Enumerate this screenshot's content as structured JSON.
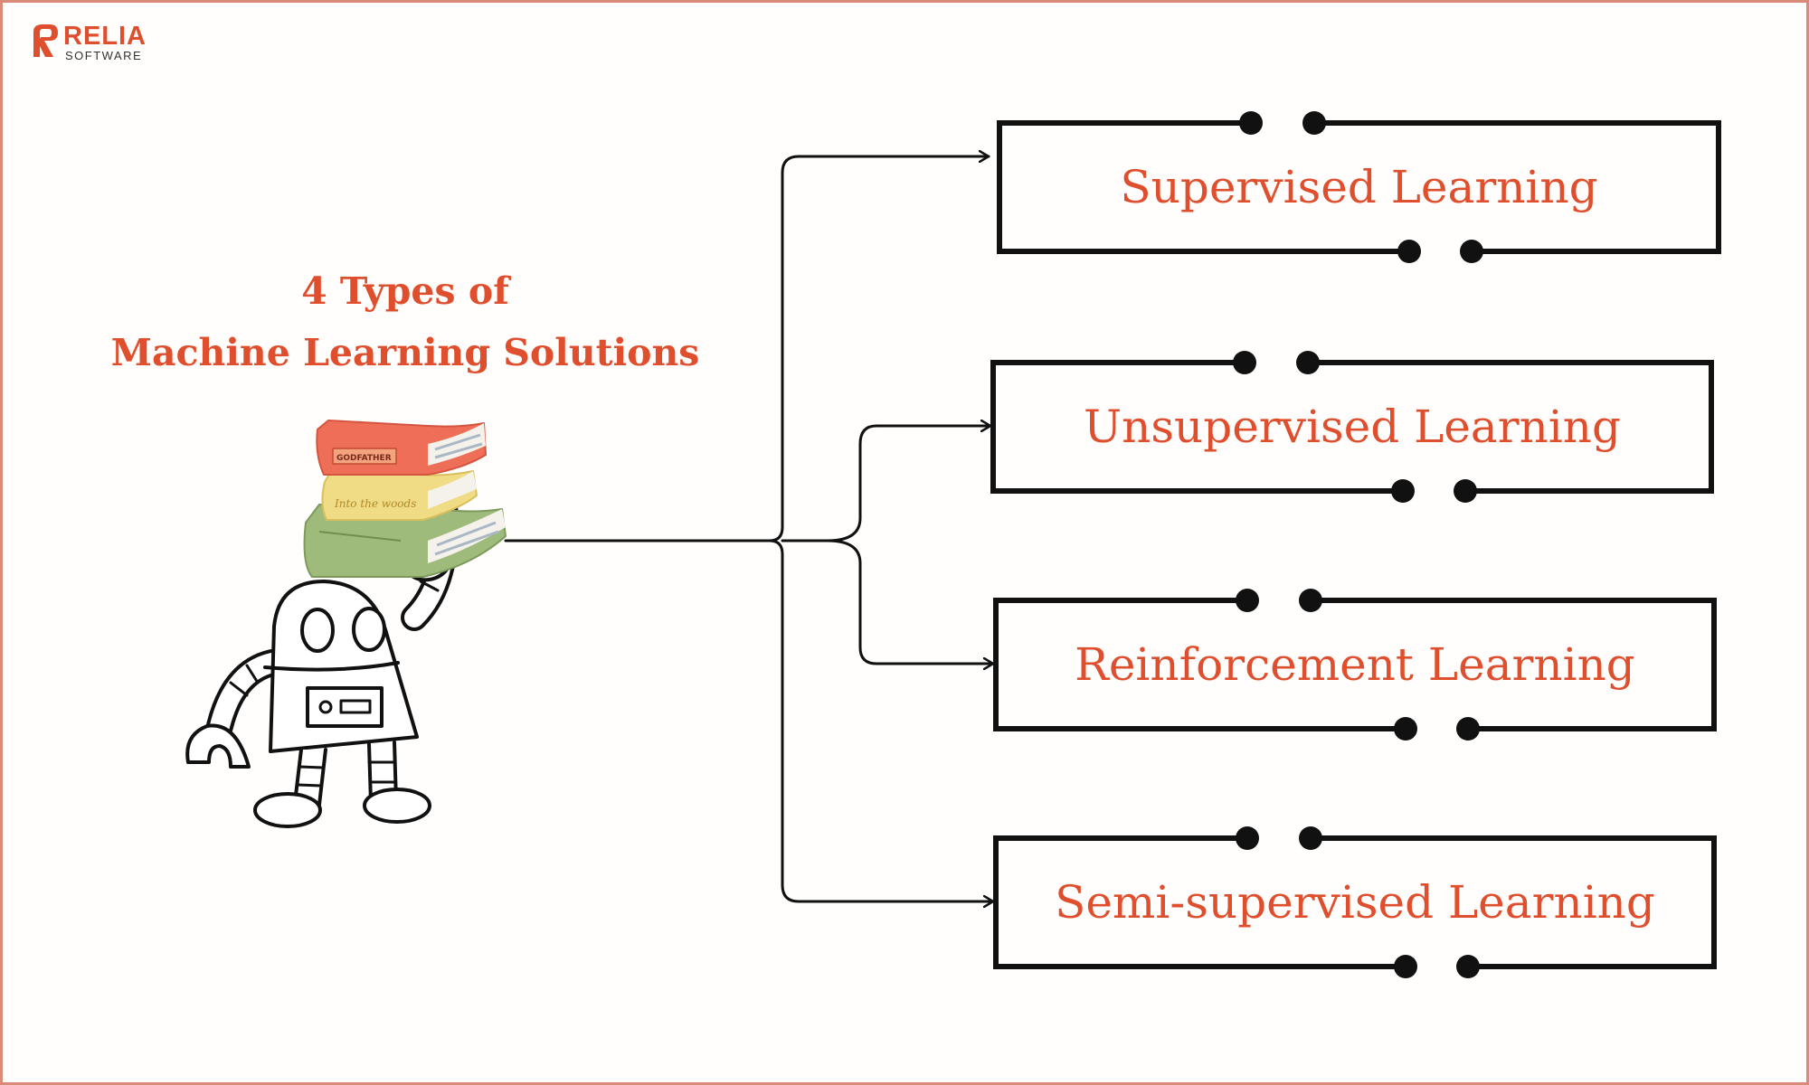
{
  "brand": {
    "name": "RELIA",
    "tagline": "SOFTWARE",
    "accent_color": "#e04f2d"
  },
  "title": {
    "line1": "4 Types of",
    "line2": "Machine Learning Solutions"
  },
  "illustration": {
    "icon": "robot-with-books-icon",
    "books": [
      {
        "spine_text": "GODFATHER",
        "color": "#ee6e57"
      },
      {
        "spine_text": "Into the woods",
        "color": "#f0dc85"
      },
      {
        "spine_text": "",
        "color": "#9fbb7c"
      }
    ]
  },
  "types": [
    {
      "label": "Supervised Learning"
    },
    {
      "label": "Unsupervised Learning"
    },
    {
      "label": "Reinforcement Learning"
    },
    {
      "label": "Semi-supervised Learning"
    }
  ],
  "colors": {
    "text_accent": "#e04f2d",
    "outline": "#111111",
    "frame_border": "#d98a78"
  }
}
